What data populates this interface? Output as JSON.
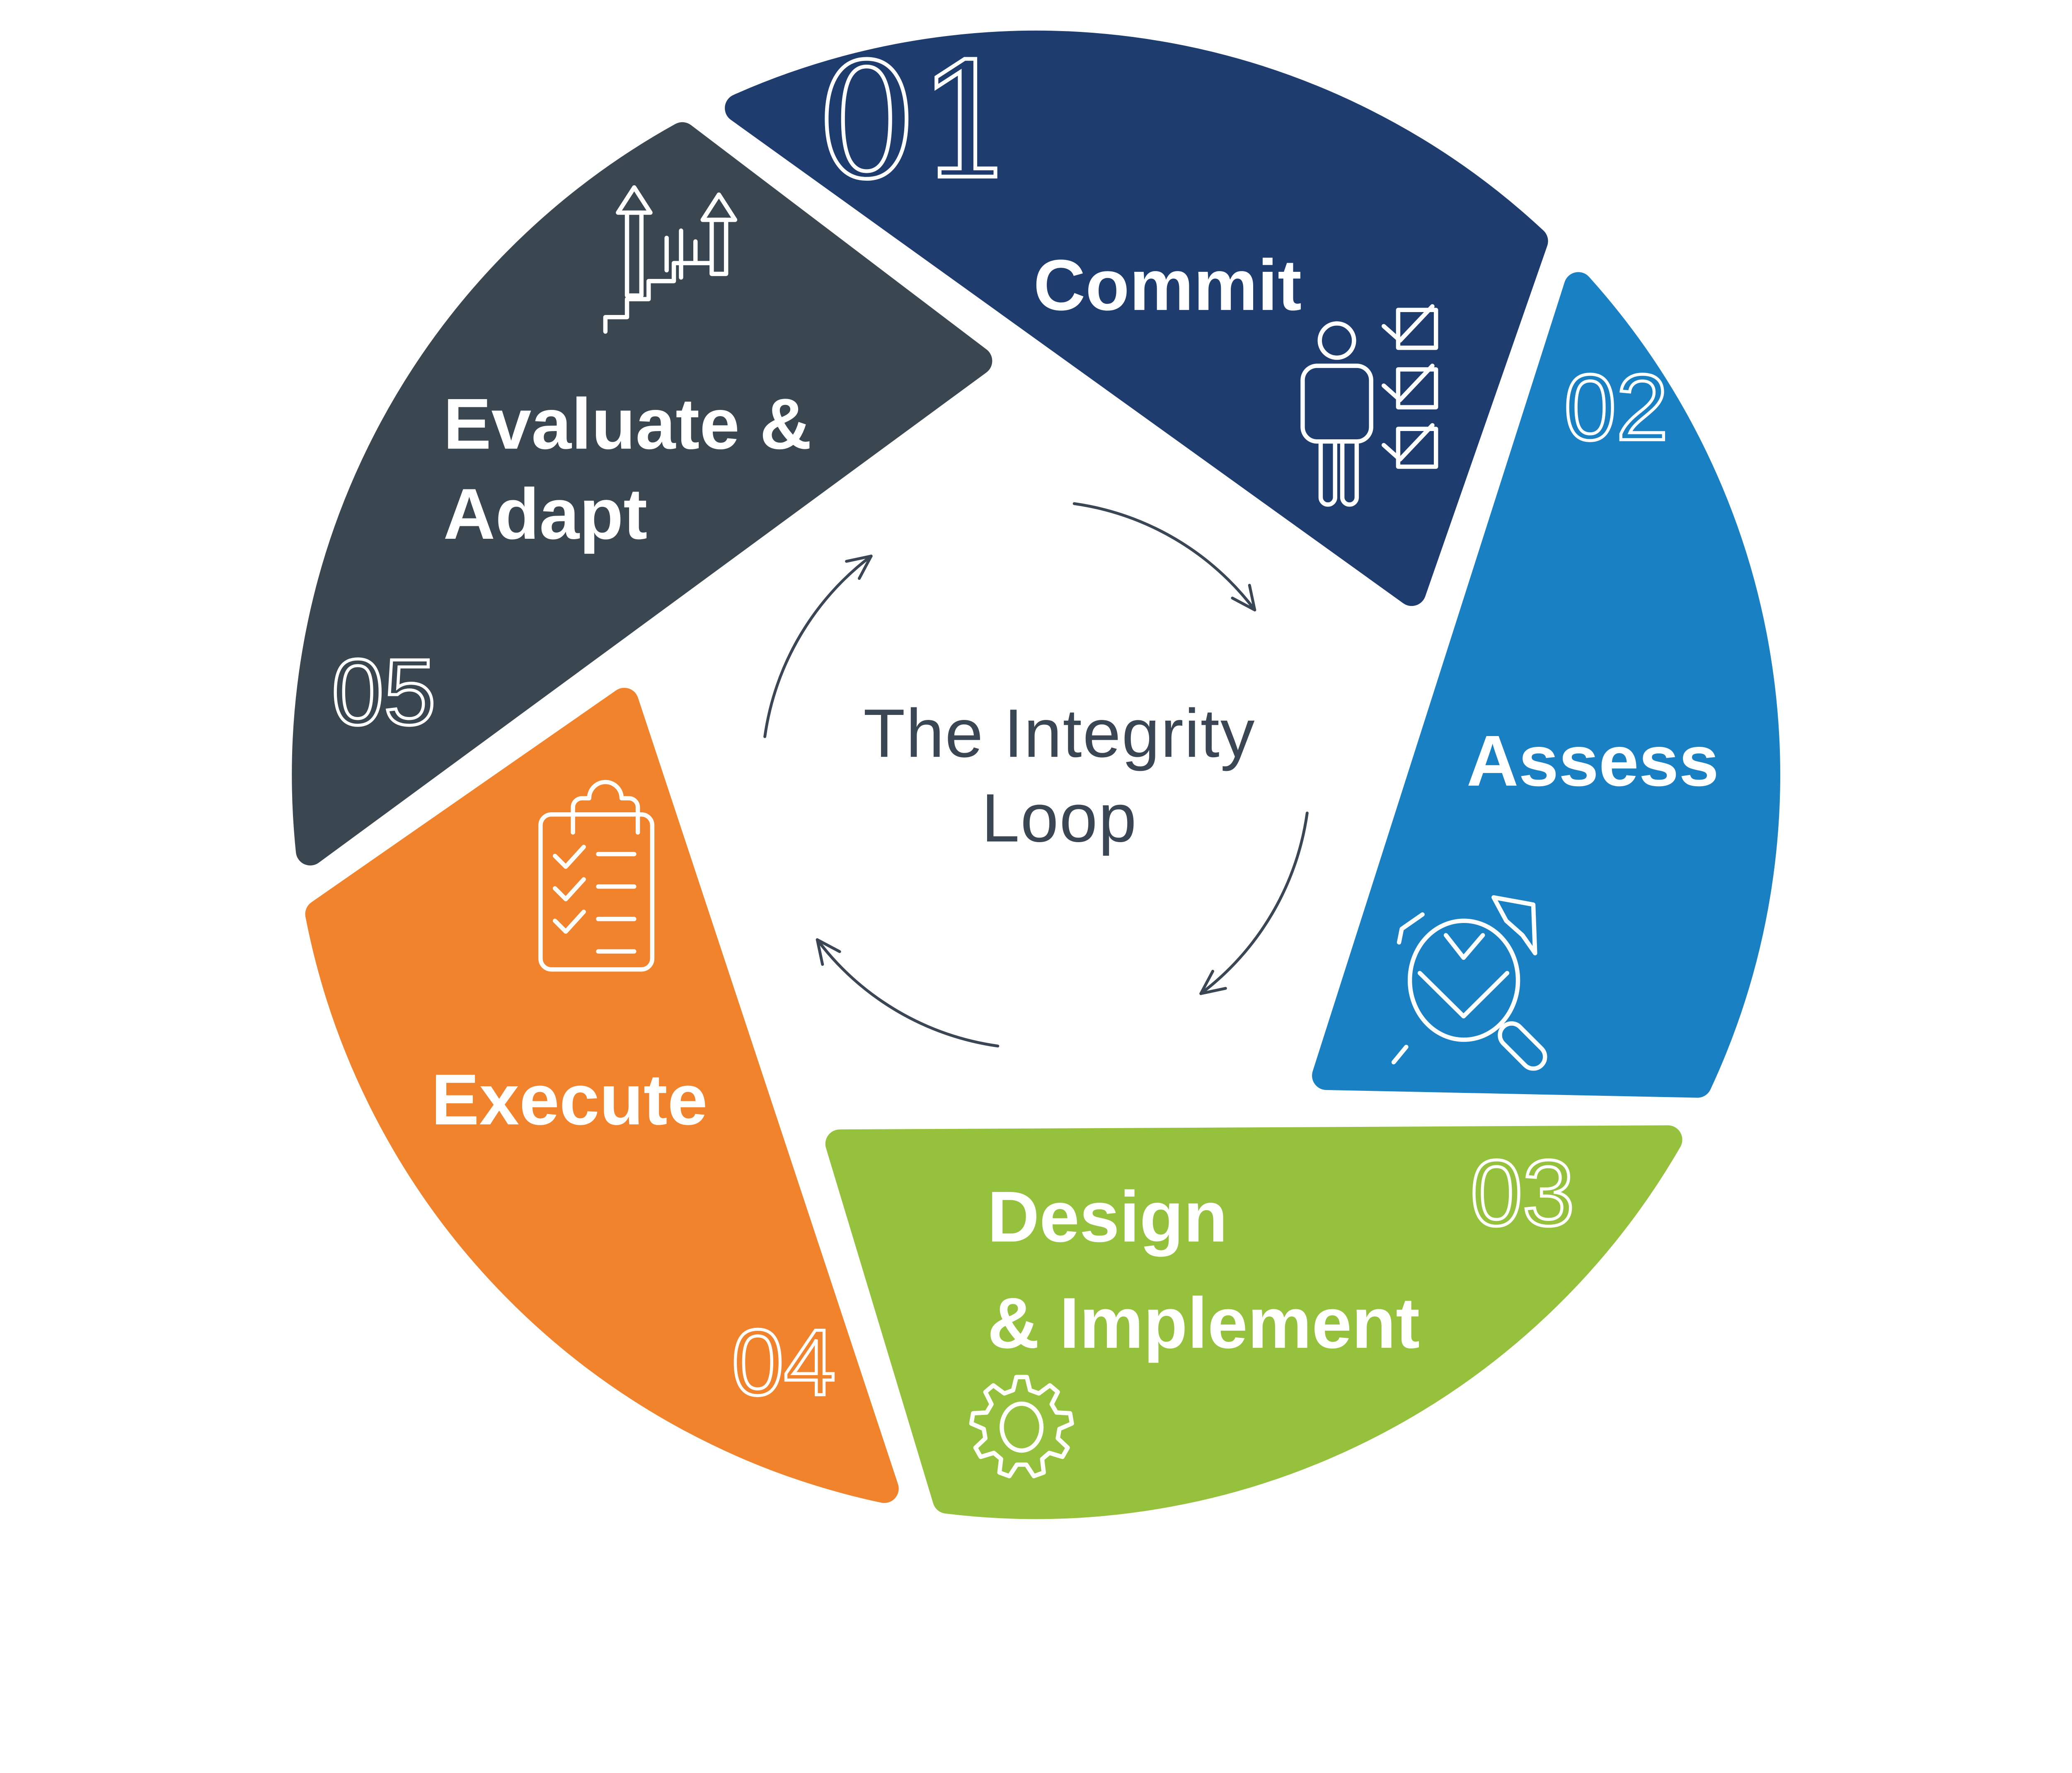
{
  "diagram": {
    "title_line1": "The Integrity",
    "title_line2": "Loop",
    "background": "#FFFFFF",
    "text_color": "#3A4654"
  },
  "flow_arrows": {
    "color": "#3A4654",
    "direction": "clockwise",
    "count": 4,
    "radius": 152,
    "arcs": [
      {
        "from": 8,
        "to": 53
      },
      {
        "from": 98,
        "to": 143
      },
      {
        "from": 188,
        "to": 233
      },
      {
        "from": 278,
        "to": 323
      }
    ]
  },
  "segments": [
    {
      "number": "01",
      "label_line1": "Commit",
      "label_line2": "",
      "color": "#1F3C6E",
      "icon": "person-checklist-icon",
      "tip_bearing": -24
    },
    {
      "number": "02",
      "label_line1": "Assess",
      "label_line2": "",
      "color": "#1A80C4",
      "icon": "clock-magnifier-icon",
      "tip_bearing": 48
    },
    {
      "number": "03",
      "label_line1": "Design",
      "label_line2": "& Implement",
      "color": "#96C13D",
      "icon": "gear-icon",
      "tip_bearing": 120
    },
    {
      "number": "04",
      "label_line1": "Execute",
      "label_line2": "",
      "color": "#F1832D",
      "icon": "clipboard-checklist-icon",
      "tip_bearing": 192
    },
    {
      "number": "05",
      "label_line1": "Evaluate &",
      "label_line2": "Adapt",
      "color": "#3A4750",
      "icon": "growth-stairs-icon",
      "tip_bearing": 264
    }
  ]
}
